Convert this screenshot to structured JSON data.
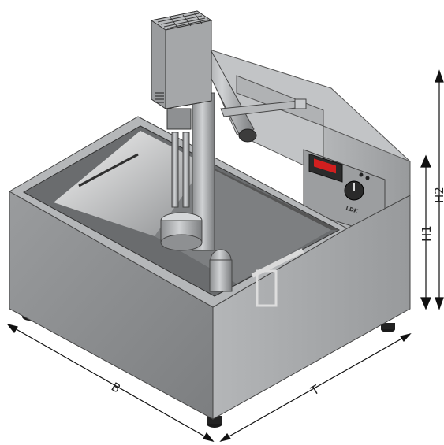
{
  "dimensions": {
    "width_label": "B",
    "depth_label": "T",
    "height1_label": "H1",
    "height2_label": "H2"
  },
  "panel": {
    "brand_logo": "LDK",
    "display_icon": "digital-temperature-display",
    "knob_icon": "control-knob"
  },
  "colors": {
    "body_front": "#8a8c8e",
    "body_side": "#a4a6a8",
    "body_top": "#b8babc",
    "interior": "#6f7173",
    "display_red": "#d21f1f",
    "dimension_line": "#111111"
  }
}
